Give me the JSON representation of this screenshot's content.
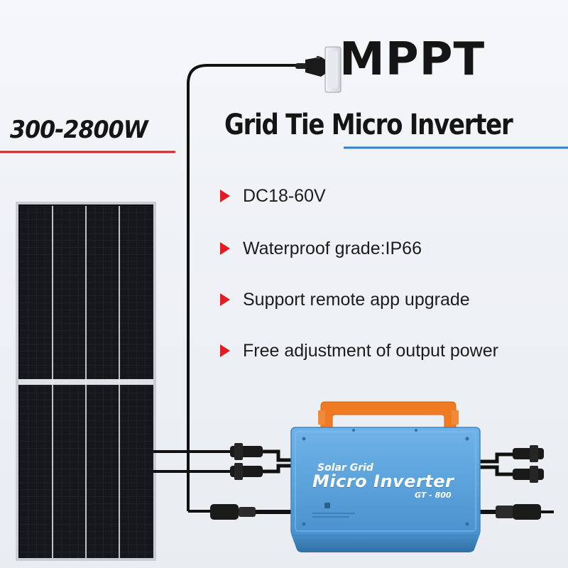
{
  "headline": "MPPT",
  "subheadline": "Grid Tie Micro Inverter",
  "power_range": "300-2800W",
  "features": [
    {
      "icon": "red-triangle-bullet-icon",
      "text": "DC18-60V"
    },
    {
      "icon": "red-triangle-bullet-icon",
      "text": "Waterproof grade:IP66"
    },
    {
      "icon": "red-triangle-bullet-icon",
      "text": "Support remote app upgrade"
    },
    {
      "icon": "red-triangle-bullet-icon",
      "text": "Free adjustment of output power"
    }
  ],
  "device": {
    "brand": "Solar Grid",
    "name": "Micro Inverter",
    "model": "GT - 800"
  },
  "colors": {
    "accent_red": "#e21c21",
    "accent_blue": "#2f7fd1",
    "inverter_body": "#5aa3de",
    "handle_orange": "#f07a22",
    "panel_cell": "#1b1d22"
  },
  "icons": [
    "wall-plug-icon",
    "solar-panel-image",
    "micro-inverter-image",
    "mc4-connector-icon",
    "red-triangle-bullet-icon"
  ]
}
